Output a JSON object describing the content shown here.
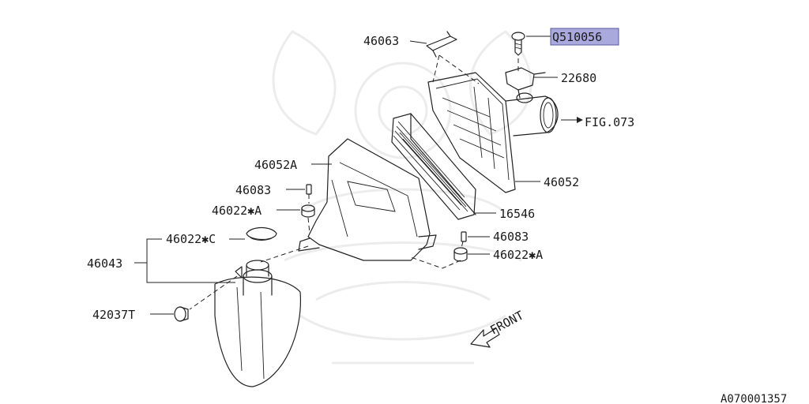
{
  "diagram_code": "A070001357",
  "front_label": "FRONT",
  "labels": {
    "p46063": "46063",
    "q510056": "Q510056",
    "p22680": "22680",
    "fig073": "FIG.073",
    "p46052a": "46052A",
    "p46083_left": "46083",
    "p46022a_left": "46022✱A",
    "p46022c": "46022✱C",
    "p46043": "46043",
    "p42037t": "42037T",
    "p46052": "46052",
    "p16546": "16546",
    "p46083_right": "46083",
    "p46022a_right": "46022✱A"
  },
  "highlighted_part": "Q510056",
  "colors": {
    "highlight": "#a9a9dd",
    "line": "#222222",
    "watermark": "#ececec"
  }
}
